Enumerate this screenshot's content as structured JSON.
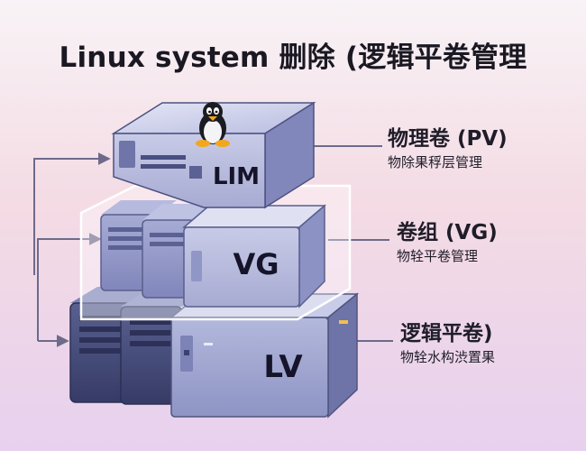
{
  "title": "Linux system 删除 (逻辑平卷管理",
  "top_block": {
    "label": "LIM",
    "logo": "tux-penguin-icon"
  },
  "vg_block": {
    "label": "VG"
  },
  "lv_block": {
    "label": "LV"
  },
  "labels": {
    "pv": {
      "main": "物理卷 (PV)",
      "sub": "物除果稃层管理"
    },
    "vg": {
      "main": "卷组 (VG)",
      "sub": "物辁平卷管理"
    },
    "lv": {
      "main": "逻辑平卷)",
      "sub": "物辁水构渋置果"
    }
  },
  "colors": {
    "light_block": "#c5c9e6",
    "mid_block": "#9aa0cc",
    "dark_block": "#3e4473",
    "connector": "#6d6a8a"
  }
}
